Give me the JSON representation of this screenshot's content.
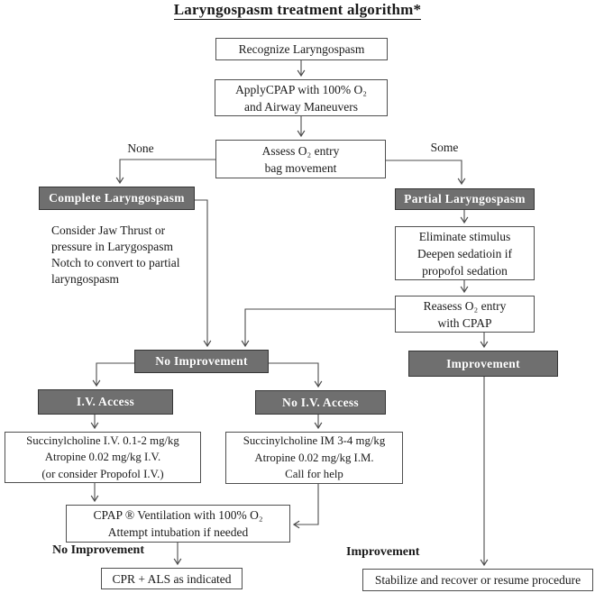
{
  "title": "Laryngospasm treatment algorithm*",
  "colors": {
    "dark_box_bg": "#6f6f6f",
    "dark_box_text": "#ffffff",
    "box_border": "#4f4f4f",
    "line": "#4d4d4d",
    "background": "#ffffff"
  },
  "labels": {
    "none": "None",
    "some": "Some",
    "no_improvement_bottom": "No Improvement",
    "improvement_bottom": "Improvement"
  },
  "boxes": {
    "recognize": {
      "lines": [
        "Recognize Laryngospasm"
      ]
    },
    "apply_cpap": {
      "lines": [
        "ApplyCPAP with 100% O₂",
        "and Airway Maneuvers"
      ]
    },
    "assess": {
      "lines": [
        "Assess O₂ entry",
        "bag movement"
      ]
    },
    "complete": {
      "label": "Complete Laryngospasm"
    },
    "partial": {
      "label": "Partial Laryngospasm"
    },
    "consider_note": {
      "lines": [
        "Consider Jaw Thrust or",
        "pressure in Larygospasm",
        "Notch to convert to partial",
        "laryngospasm"
      ]
    },
    "eliminate": {
      "lines": [
        "Eliminate stimulus",
        "Deepen sedatioin if",
        "propofol sedation"
      ]
    },
    "reassess": {
      "lines": [
        "Reasess O₂ entry",
        "with CPAP"
      ]
    },
    "no_improvement": {
      "label": "No Improvement"
    },
    "improvement": {
      "label": "Improvement"
    },
    "iv_access": {
      "label": "I.V. Access"
    },
    "no_iv_access": {
      "label": "No I.V. Access"
    },
    "succ_iv": {
      "lines": [
        "Succinylcholine I.V. 0.1-2 mg/kg",
        "Atropine 0.02 mg/kg I.V.",
        "(or consider Propofol I.V.)"
      ]
    },
    "succ_im": {
      "lines": [
        "Succinylcholine IM 3-4 mg/kg",
        "Atropine 0.02 mg/kg I.M.",
        "Call for help"
      ]
    },
    "cpap_vent": {
      "lines": [
        "CPAP ® Ventilation with 100% O₂",
        "Attempt intubation if needed"
      ]
    },
    "cpr": {
      "lines": [
        "CPR + ALS as indicated"
      ]
    },
    "stabilize": {
      "lines": [
        "Stabilize and recover or resume procedure"
      ]
    }
  }
}
